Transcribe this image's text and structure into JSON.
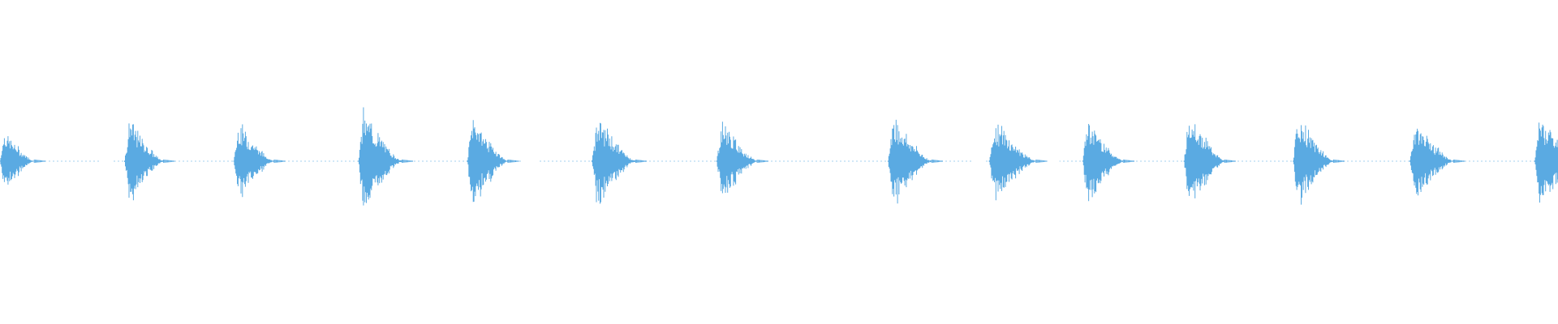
{
  "waveform": {
    "color": "#5aaae2",
    "background": "#ffffff",
    "bursts": [
      {
        "time": 0.0,
        "peak": 0.38,
        "duration": 0.022
      },
      {
        "time": 0.08,
        "peak": 0.52,
        "duration": 0.025
      },
      {
        "time": 0.15,
        "peak": 0.48,
        "duration": 0.026
      },
      {
        "time": 0.23,
        "peak": 0.62,
        "duration": 0.028
      },
      {
        "time": 0.3,
        "peak": 0.58,
        "duration": 0.026
      },
      {
        "time": 0.38,
        "peak": 0.55,
        "duration": 0.028
      },
      {
        "time": 0.46,
        "peak": 0.5,
        "duration": 0.026
      },
      {
        "time": 0.57,
        "peak": 0.56,
        "duration": 0.028
      },
      {
        "time": 0.635,
        "peak": 0.5,
        "duration": 0.03
      },
      {
        "time": 0.695,
        "peak": 0.54,
        "duration": 0.026
      },
      {
        "time": 0.76,
        "peak": 0.64,
        "duration": 0.026
      },
      {
        "time": 0.83,
        "peak": 0.56,
        "duration": 0.026
      },
      {
        "time": 0.905,
        "peak": 0.5,
        "duration": 0.028
      },
      {
        "time": 0.985,
        "peak": 0.56,
        "duration": 0.03
      }
    ],
    "quiet_gaps": [
      {
        "start": 0.065,
        "end": 0.072
      },
      {
        "start": 0.335,
        "end": 0.345
      },
      {
        "start": 0.625,
        "end": 0.632
      },
      {
        "start": 0.665,
        "end": 0.68
      }
    ]
  }
}
